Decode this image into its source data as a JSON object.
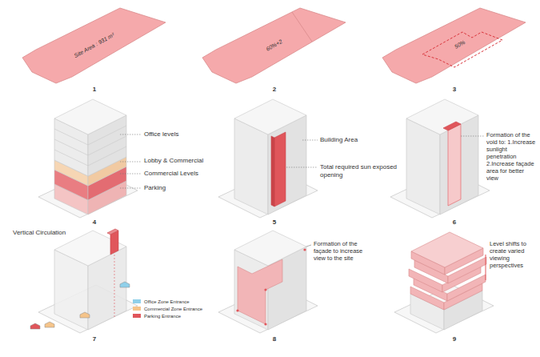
{
  "diagram": {
    "labels": [
      "Site Area : 931 m²",
      "1",
      "60%+2",
      "2",
      "50%",
      "3",
      "Office levels",
      "Lobby & Commercial",
      "Commercial Levels",
      "Parking",
      "4",
      "Building Area",
      "Total required sun exposed opening",
      "5",
      "Formation of the void to: 1.Increase sunlight penetration 2.Increase façade area for better view",
      "6",
      "Vertical Circulation",
      "7",
      "Formation of the façade to increase view to the site",
      "8",
      "Level shifts to create varied viewing perspectives",
      "9"
    ],
    "legend": [
      {
        "text": "Office Zone Entrance",
        "color": "#8fd0ea"
      },
      {
        "text": "Commercial Zone Entrance",
        "color": "#f5c48a"
      },
      {
        "text": "Parking Entrance",
        "color": "#e0565b"
      }
    ]
  }
}
